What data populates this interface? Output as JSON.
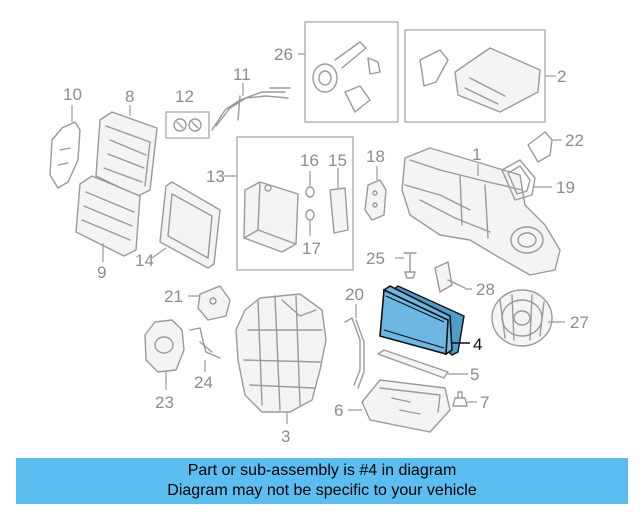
{
  "callouts": {
    "n1": "1",
    "n2": "2",
    "n3": "3",
    "n4": "4",
    "n5": "5",
    "n6": "6",
    "n7": "7",
    "n8": "8",
    "n9": "9",
    "n10": "10",
    "n11": "11",
    "n12": "12",
    "n13": "13",
    "n14": "14",
    "n15": "15",
    "n16": "16",
    "n17": "17",
    "n18": "18",
    "n19": "19",
    "n20": "20",
    "n21": "21",
    "n22": "22",
    "n23": "23",
    "n24": "24",
    "n25": "25",
    "n26": "26",
    "n27": "27",
    "n28": "28"
  },
  "highlighted_part": "4",
  "colors": {
    "highlight": "#6fb7e3",
    "banner": "#5bbdf0",
    "line_art": "#9a9a9a"
  },
  "banner": {
    "line1": "Part or sub-assembly is #4 in diagram",
    "line2": "Diagram may not be specific to your vehicle"
  }
}
